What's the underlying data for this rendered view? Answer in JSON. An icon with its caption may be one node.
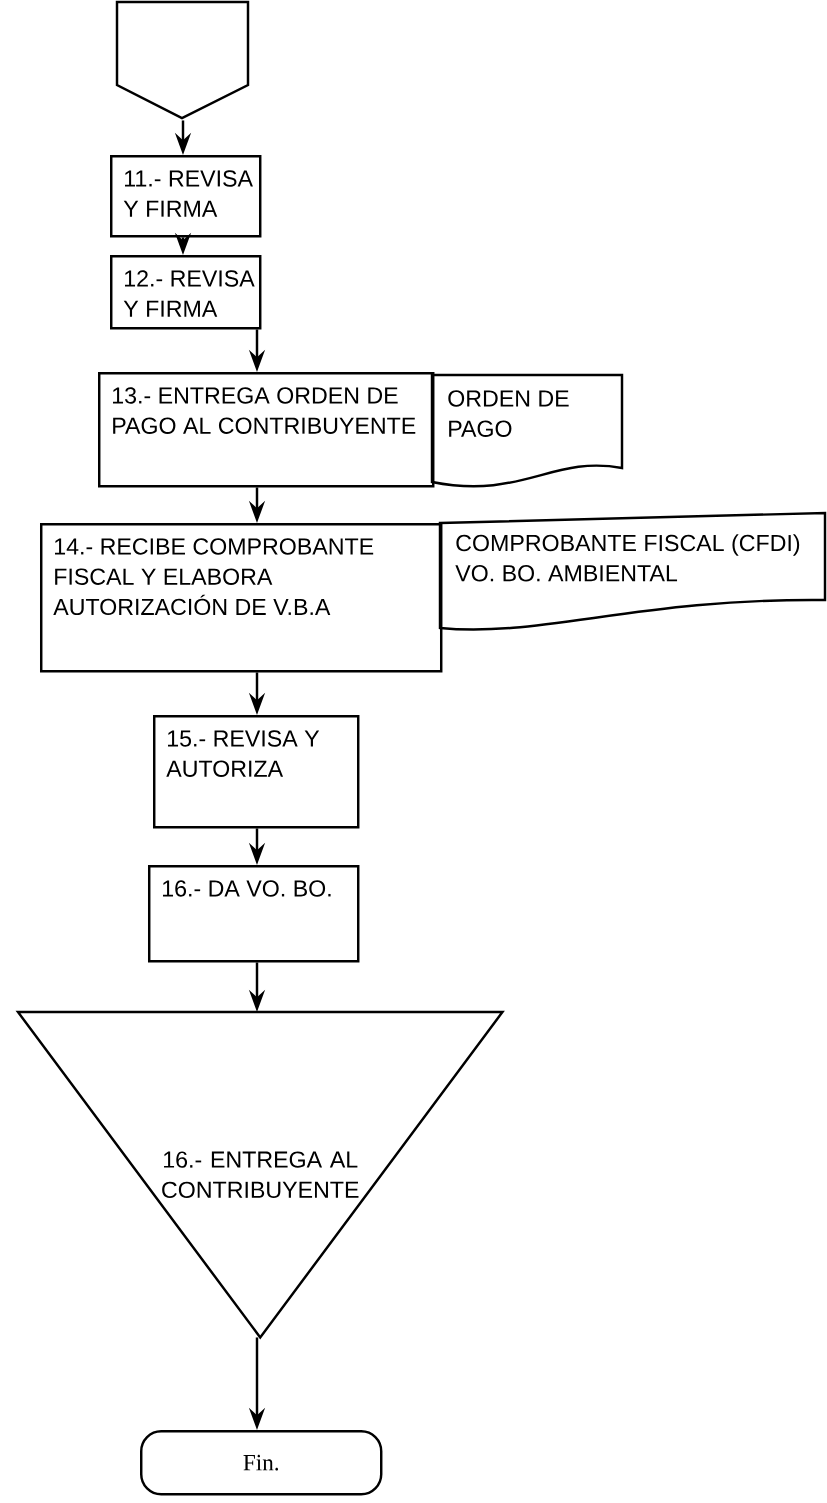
{
  "diagram": {
    "nodes": [
      {
        "text": [],
        "shape": "pentagon"
      },
      {
        "text": [
          "11.- REVISA Y FIRMA"
        ]
      },
      {
        "text": [
          "12.- REVISA Y FIRMA"
        ]
      },
      {
        "text": [
          "13.- ENTREGA ORDEN DE PAGO AL CONTRIBUYENTE"
        ]
      },
      {
        "text": [
          "ORDEN DE PAGO"
        ]
      },
      {
        "text": [
          "14.- RECIBE COMPROBANTE FISCAL Y ELABORA AUTORIZACIÓN DE V.B.A"
        ]
      },
      {
        "text": [
          "COMPROBANTE FISCAL (CFDI) VO. BO. AMBIENTAL"
        ]
      },
      {
        "text": [
          "15.- REVISA Y AUTORIZA"
        ]
      },
      {
        "text": [
          "16.- DA VO. BO."
        ]
      },
      {
        "text": [
          "16.- ENTREGA AL CONTRIBUYENTE"
        ]
      },
      {
        "text": [
          "Fin."
        ]
      }
    ],
    "edges": [
      {
        "from": 0,
        "to": 1,
        "arrow": "to"
      },
      {
        "from": 1,
        "to": 2,
        "arrow": "to"
      },
      {
        "from": 2,
        "to": 3,
        "arrow": "to"
      },
      {
        "from": 3,
        "to": 5,
        "arrow": "to"
      },
      {
        "from": 5,
        "to": 7,
        "arrow": "to"
      },
      {
        "from": 7,
        "to": 8,
        "arrow": "to"
      },
      {
        "from": 8,
        "to": 9,
        "arrow": "to"
      },
      {
        "from": 9,
        "to": 10,
        "arrow": "to"
      }
    ]
  }
}
